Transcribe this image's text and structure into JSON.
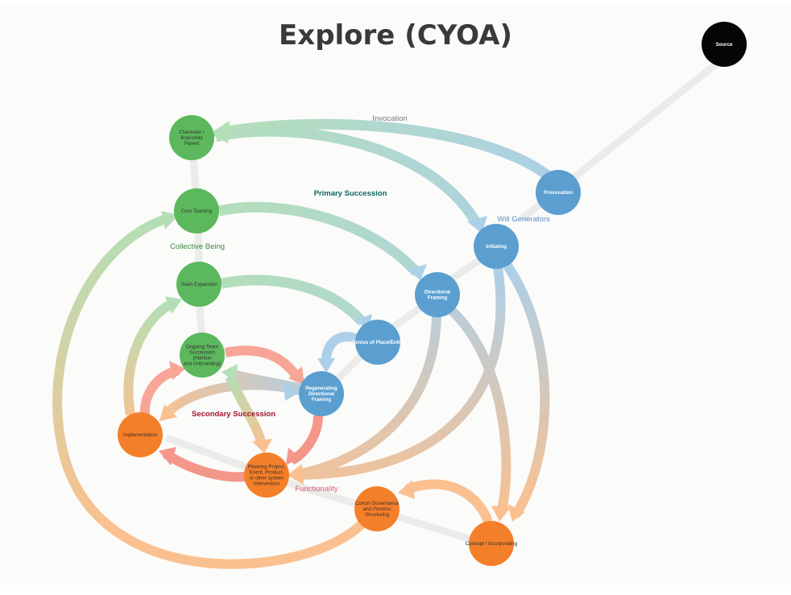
{
  "title": "Explore (CYOA)",
  "colors": {
    "green": "#5cb85c",
    "blue": "#5b9fd0",
    "orange": "#f47f2a",
    "black": "#050505"
  },
  "group_labels": {
    "invocation": "Invocation",
    "primary_succession": "Primary Succession",
    "will_generators": "Will Generators",
    "collective_being": "Collective Being",
    "secondary_succession": "Secondary Succession",
    "functionality": "Functionality"
  },
  "nodes": {
    "source": {
      "label": [
        "Source"
      ],
      "group": "black"
    },
    "channeler": {
      "label": [
        "Channeler /",
        "Brainchild",
        "Parent"
      ],
      "group": "green"
    },
    "core_teaming": {
      "label": [
        "Core Teaming"
      ],
      "group": "green"
    },
    "team_expansion": {
      "label": [
        "Team Expansion"
      ],
      "group": "green"
    },
    "ongoing_team": {
      "label": [
        "Ongoing Team",
        "Succession",
        "(Attrition",
        "and Onboarding)"
      ],
      "group": "green"
    },
    "provocation": {
      "label": [
        "Provocation"
      ],
      "group": "blue"
    },
    "initiating": {
      "label": [
        "Initiating"
      ],
      "group": "blue"
    },
    "directional_framing": {
      "label": [
        "Directional",
        "Framing"
      ],
      "group": "blue"
    },
    "genius_of_place": {
      "label": [
        "Genius of Place/Entity"
      ],
      "group": "blue"
    },
    "regenerating_framing": {
      "label": [
        "Regenerating",
        "Directional",
        "Framing"
      ],
      "group": "blue"
    },
    "implementation": {
      "label": [
        "Implementation"
      ],
      "group": "orange"
    },
    "planning_project": {
      "label": [
        "Planning Project,",
        "Event, Product,",
        "or other system",
        "intervention"
      ],
      "group": "orange"
    },
    "cohort_governance": {
      "label": [
        "Cohort Governance",
        "and Process",
        "Structuring"
      ],
      "group": "orange"
    },
    "concept": {
      "label": [
        "Concept / Incorporating"
      ],
      "group": "orange"
    }
  }
}
